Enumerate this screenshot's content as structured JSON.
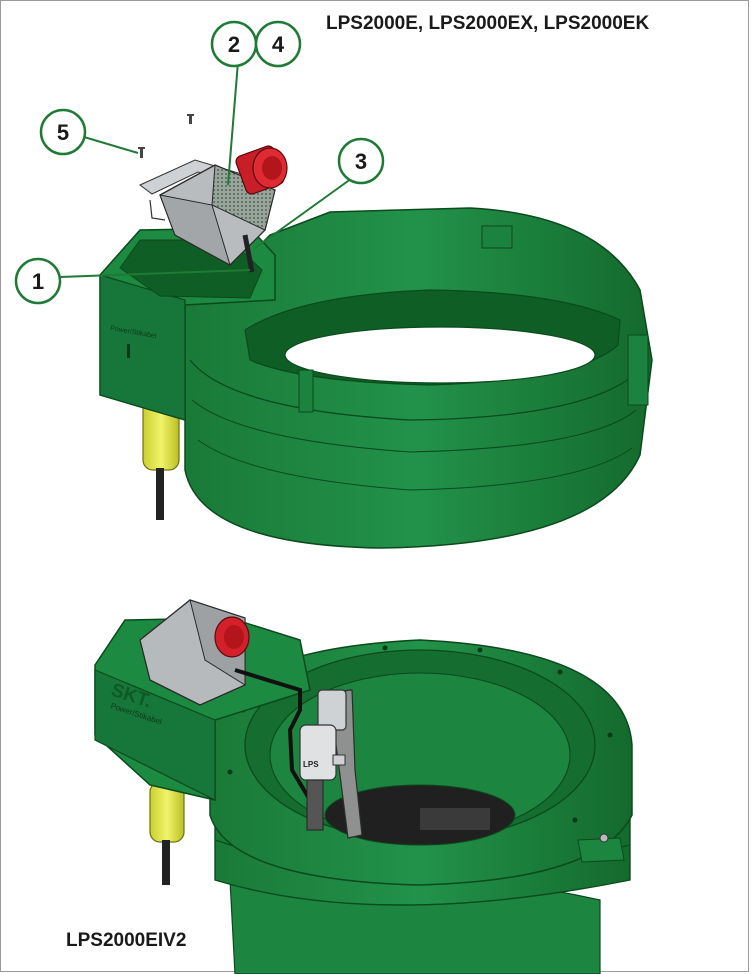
{
  "titles": {
    "top_model": "LPS2000E, LPS2000EX, LPS2000EK",
    "bottom_model": "LPS2000EIV2"
  },
  "callouts": [
    "1",
    "2",
    "3",
    "4",
    "5"
  ],
  "labels": {
    "housing_text_top": "Power/Stikabel",
    "housing_brand_bottom": "SKT.",
    "housing_text_bottom": "Power/Stikabel",
    "pump_label": "LPS"
  },
  "colors": {
    "tank_green": "#1f8a3f",
    "tank_dark": "#126a2c",
    "plug_red": "#d4202a",
    "cable_yellow": "#e3e84a",
    "box_grey": "#a9acaf",
    "callout_ring": "#1e7a34"
  }
}
